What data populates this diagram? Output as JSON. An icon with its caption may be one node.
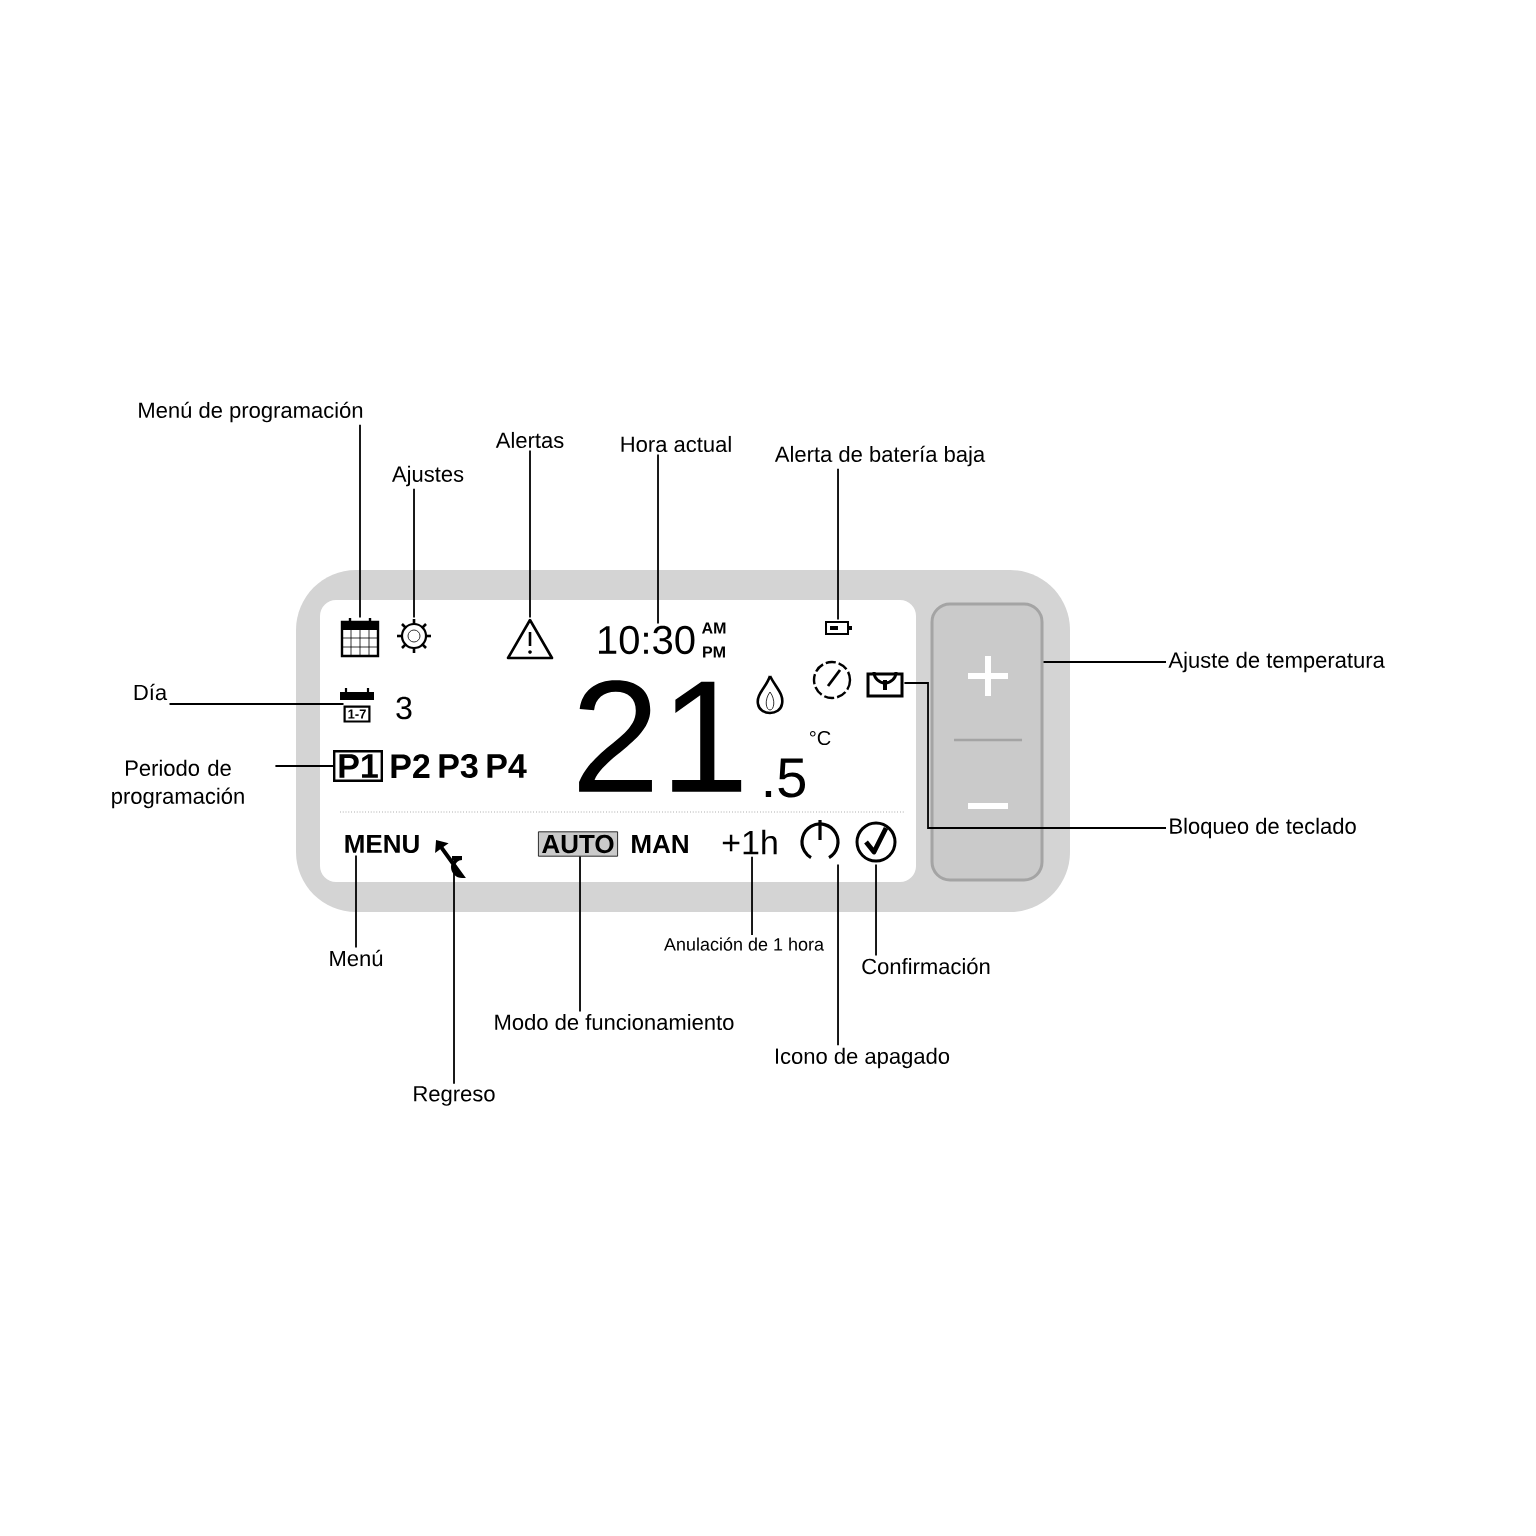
{
  "diagram": {
    "nodes": [
      {
        "text": [
          "Menú de programación"
        ]
      },
      {
        "text": [
          "Alertas"
        ]
      },
      {
        "text": [
          "Hora actual"
        ]
      },
      {
        "text": [
          "Alerta de batería baja"
        ]
      },
      {
        "text": [
          "Ajustes"
        ]
      },
      {
        "text": [
          "Ajuste de temperatura"
        ]
      },
      {
        "text": [
          "Día"
        ]
      },
      {
        "text": [
          "Periodo de programación"
        ]
      },
      {
        "text": [
          "Bloqueo de teclado"
        ]
      },
      {
        "text": [
          "Anulación de 1 hora"
        ]
      },
      {
        "text": [
          "Menú"
        ]
      },
      {
        "text": [
          "Confirmación"
        ]
      },
      {
        "text": [
          "Modo de funcionamiento"
        ]
      },
      {
        "text": [
          "Icono de apagado"
        ]
      },
      {
        "text": [
          "Regreso"
        ]
      },
      {
        "text": [],
        "shape": "picture"
      },
      {
        "text": [],
        "shape": "picture"
      },
      {
        "text": [],
        "shape": "picture"
      },
      {
        "text": [
          "10:30"
        ]
      },
      {
        "text": [],
        "shape": "picture"
      },
      {
        "text": [],
        "shape": "box"
      },
      {
        "text": [
          "1-7"
        ]
      },
      {
        "text": [
          "P1"
        ]
      },
      {
        "text": [],
        "shape": "picture"
      },
      {
        "text": [
          "MENU"
        ]
      },
      {
        "text": [],
        "shape": "picture"
      },
      {
        "text": [
          "AUTO"
        ]
      },
      {
        "text": [
          "+1h"
        ]
      },
      {
        "text": [],
        "shape": "picture"
      },
      {
        "text": [],
        "shape": "picture"
      }
    ],
    "edges": [
      {
        "from": 0,
        "to": 15,
        "arrow": "none"
      },
      {
        "from": 1,
        "to": 17,
        "arrow": "none"
      },
      {
        "from": 2,
        "to": 18,
        "arrow": "none"
      },
      {
        "from": 3,
        "to": 19,
        "arrow": "none"
      },
      {
        "from": 4,
        "to": 16,
        "arrow": "none"
      },
      {
        "from": 5,
        "to": 20,
        "arrow": "none"
      },
      {
        "from": 6,
        "to": 21,
        "arrow": "none"
      },
      {
        "from": 7,
        "to": 22,
        "arrow": "none"
      },
      {
        "from": 8,
        "to": 23,
        "arrow": "none"
      },
      {
        "from": 9,
        "to": 27,
        "arrow": "none"
      },
      {
        "from": 10,
        "to": 24,
        "arrow": "none"
      },
      {
        "from": 11,
        "to": 29,
        "arrow": "none"
      },
      {
        "from": 12,
        "to": 26,
        "arrow": "none"
      },
      {
        "from": 13,
        "to": 28,
        "arrow": "none"
      },
      {
        "from": 14,
        "to": 25,
        "arrow": "none"
      }
    ],
    "labels": [
      "AM",
      "PM",
      "3",
      "P2",
      "P3",
      "P4",
      "21",
      "°C",
      ".5",
      "MAN"
    ]
  }
}
